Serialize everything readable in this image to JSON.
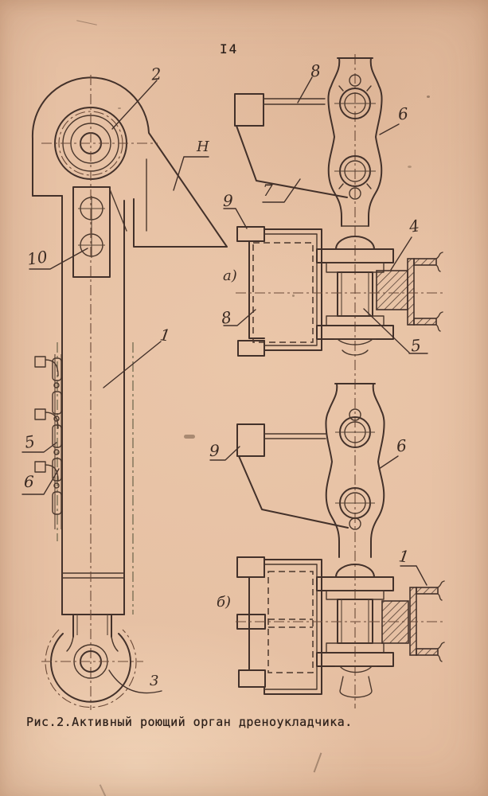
{
  "page": {
    "number": "I4",
    "caption": "Рис.2.Активный роющий орган дреноукладчика."
  },
  "colors": {
    "paper": "#e6c0a3",
    "ink": "#43312a",
    "centerline": "#6b4a38"
  },
  "figure": {
    "left_view": {
      "top_sprocket": "2",
      "height_mark": "Н",
      "bracket": "10",
      "frame": "1",
      "chain": "5",
      "cutter": "6",
      "bottom_wheel": "3"
    },
    "knife_unit_top": {
      "holder_bar": "8",
      "chain_link": "6",
      "knife_plate": "7"
    },
    "section_a": {
      "marker": "а)",
      "tooth": "9",
      "knife_body": "8",
      "slide_block": "4",
      "roller": "5"
    },
    "knife_unit_lower": {
      "tooth": "9",
      "chain_link": "6"
    },
    "section_b": {
      "marker": "б)",
      "guide_rail": "1"
    }
  }
}
